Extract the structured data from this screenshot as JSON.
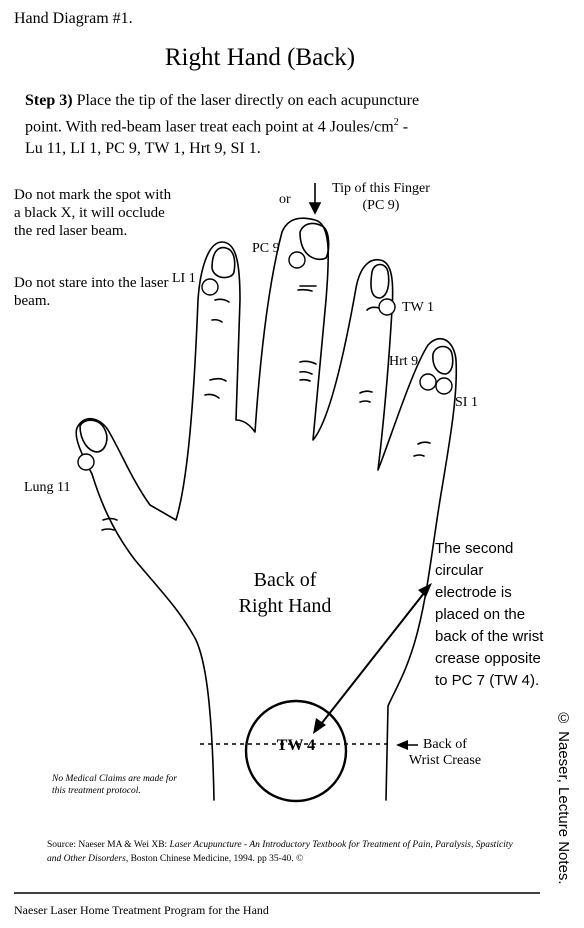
{
  "header": "Hand Diagram #1.",
  "title": "Right Hand (Back)",
  "step": {
    "label": "Step 3)",
    "line1": " Place the tip of the laser directly on each acupuncture",
    "line2": "point.  With red-beam laser treat each point at 4 Joules/cm",
    "sup": "2",
    "line2b": " -",
    "line3": "Lu 11, LI 1, PC 9, TW 1, Hrt 9, SI 1."
  },
  "notes": {
    "mark": "Do not mark the spot with a black X, it will occlude the red laser beam.",
    "stare": "Do not stare into the laser beam."
  },
  "labels": {
    "or": "or",
    "tip_line1": "Tip of this Finger",
    "tip_line2": "(PC 9)",
    "pc9": "PC 9",
    "li1": "LI 1",
    "tw1": "TW 1",
    "hrt9": "Hrt 9",
    "si1": "SI 1",
    "lung11": "Lung 11"
  },
  "back_of_hand_line1": "Back of",
  "back_of_hand_line2": "Right Hand",
  "side_note": "The second circular electrode is placed on the back of the wrist crease opposite to PC 7 (TW 4).",
  "tw4_label": "TW 4",
  "wrist_line1": "Back of",
  "wrist_line2": "Wrist Crease",
  "claims": "No Medical Claims are made for this treatment protocol.",
  "source": {
    "prefix": "Source: Naeser MA & Wei XB: ",
    "book": "Laser Acupuncture - An Introductory Textbook for Treatment of Pain, Paralysis, Spasticity and Other Disorders,",
    "suffix": " Boston Chinese Medicine, 1994. pp 35-40. ©"
  },
  "footer": "Naeser Laser Home Treatment Program for the Hand",
  "copyright": "© Naeser, Lecture Notes."
}
